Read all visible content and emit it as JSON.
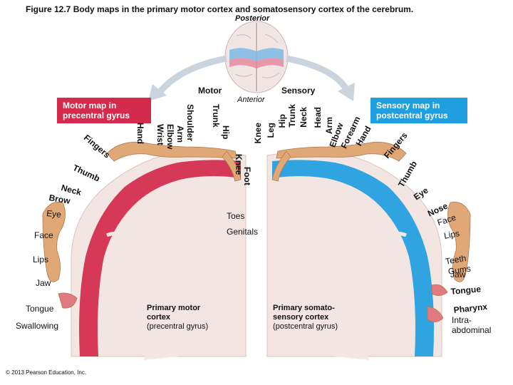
{
  "title": "Figure 12.7 Body maps in the primary motor cortex and somatosensory cortex of the cerebrum.",
  "posterior": "Posterior",
  "anterior": "Anterior",
  "motor_header": "Motor",
  "sensory_header": "Sensory",
  "motor_map_label": "Motor map in precentral gyrus",
  "sensory_map_label": "Sensory map in postcentral gyrus",
  "motor_top_labels": [
    "Shoulder",
    "Trunk",
    "Hip",
    "Arm",
    "Elbow",
    "Wrist",
    "Hand",
    "Fingers",
    "Thumb"
  ],
  "motor_side_labels": [
    "Neck",
    "Brow",
    "Eye",
    "Face",
    "Lips",
    "Jaw",
    "Tongue",
    "Swallowing"
  ],
  "motor_medial_labels": [
    "Knee",
    "Foot",
    "Toes"
  ],
  "sensory_top_labels": [
    "Knee",
    "Leg",
    "Hip",
    "Trunk",
    "Neck",
    "Head",
    "Arm",
    "Elbow",
    "Forearm",
    "Hand",
    "Fingers",
    "Thumb",
    "Eye"
  ],
  "sensory_side_labels": [
    "Nose",
    "Face",
    "Lips",
    "Teeth",
    "Gums",
    "Jaw",
    "Tongue",
    "Pharynx",
    "Intra-abdominal"
  ],
  "sensory_medial_labels": [
    "Genitals"
  ],
  "motor_caption_title": "Primary motor cortex",
  "motor_caption_sub": "(precentral gyrus)",
  "sensory_caption_title": "Primary somato-sensory cortex",
  "sensory_caption_sub": "(postcentral gyrus)",
  "copyright": "© 2013 Pearson Education, Inc.",
  "colors": {
    "motor": "#d42a4c",
    "sensory": "#1f9ee0",
    "skin": "#e0a877",
    "brain": "#f3e6e2"
  }
}
